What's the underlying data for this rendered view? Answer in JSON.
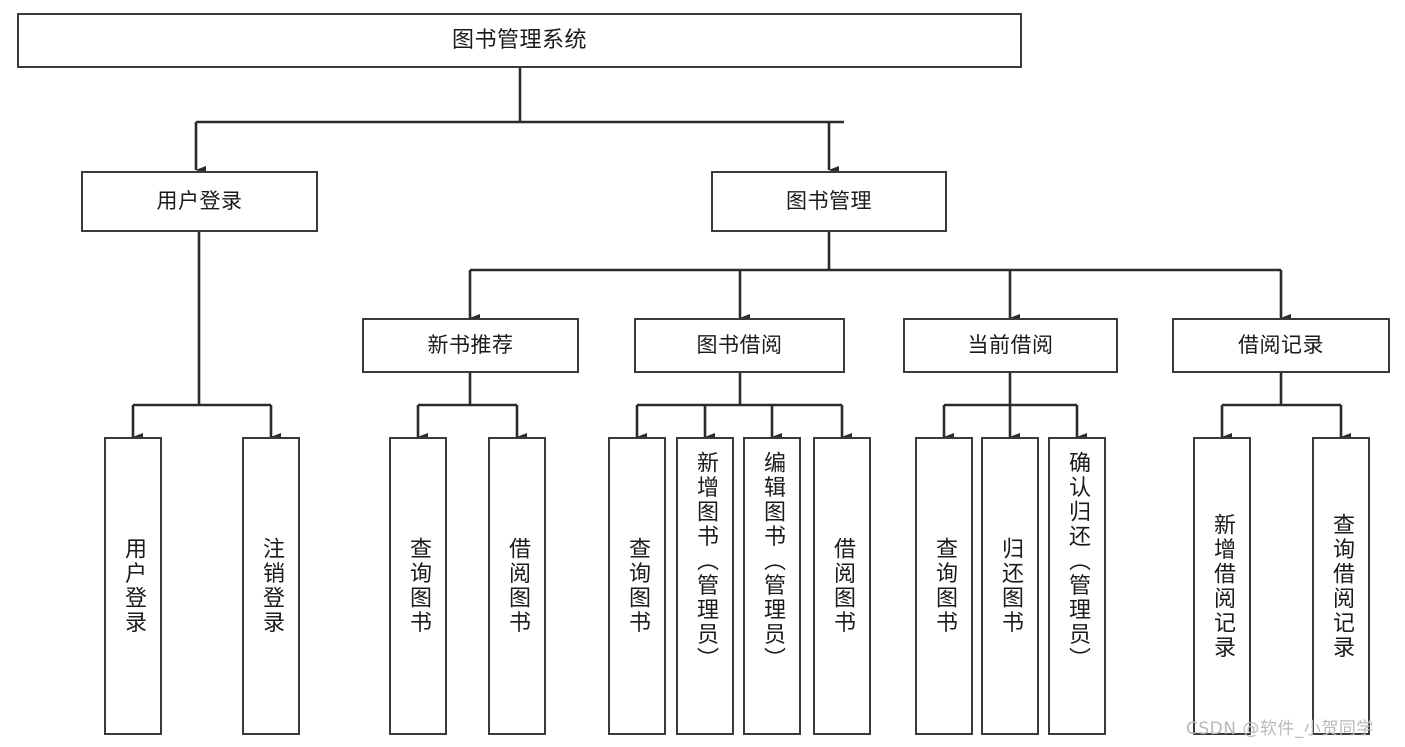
{
  "diagram": {
    "type": "tree-hierarchy",
    "title": "图书管理系统",
    "watermark": "CSDN @软件_小贺同学",
    "colors": {
      "box_border": "#3a3a3a",
      "box_fill": "#ffffff",
      "connector": "#2b2b2b",
      "text": "#1b1b1b",
      "watermark": "#b9b9b9",
      "background": "#ffffff"
    },
    "levels": {
      "root": "图书管理系统",
      "level1": [
        "用户登录",
        "图书管理"
      ],
      "level2": [
        "新书推荐",
        "图书借阅",
        "当前借阅",
        "借阅记录"
      ]
    },
    "nodes": {
      "root": {
        "label": "图书管理系统"
      },
      "user_login": {
        "label": "用户登录"
      },
      "book_mgmt": {
        "label": "图书管理"
      },
      "new_book_rec": {
        "label": "新书推荐"
      },
      "book_borrow": {
        "label": "图书借阅"
      },
      "current_borrow": {
        "label": "当前借阅"
      },
      "borrow_record": {
        "label": "借阅记录"
      }
    },
    "leaves": {
      "user_login": [
        {
          "label": "用户登录"
        },
        {
          "label": "注销登录"
        }
      ],
      "new_book_rec": [
        {
          "label": "查询图书"
        },
        {
          "label": "借阅图书"
        }
      ],
      "book_borrow": [
        {
          "label": "查询图书"
        },
        {
          "label": "新增图书（管理员）"
        },
        {
          "label": "编辑图书（管理员）"
        },
        {
          "label": "借阅图书"
        }
      ],
      "current_borrow": [
        {
          "label": "查询图书"
        },
        {
          "label": "归还图书"
        },
        {
          "label": "确认归还（管理员）"
        }
      ],
      "borrow_record": [
        {
          "label": "新增借阅记录"
        },
        {
          "label": "查询借阅记录"
        }
      ]
    }
  }
}
